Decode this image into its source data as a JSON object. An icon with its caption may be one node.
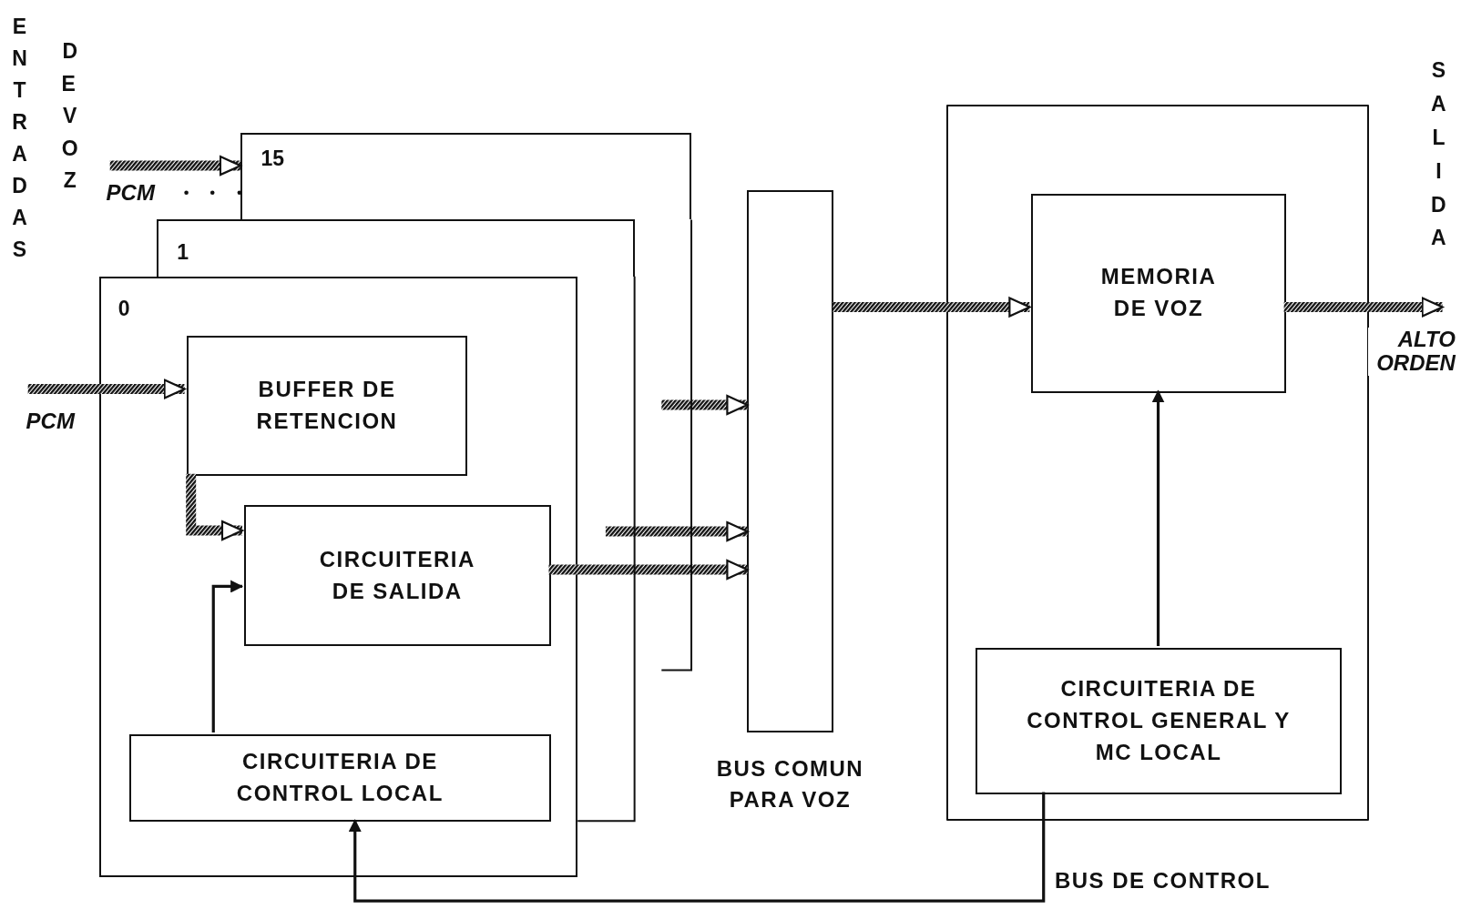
{
  "diagram": {
    "nodes": [
      {
        "text": [
          "15"
        ]
      },
      {
        "text": [
          "1"
        ]
      },
      {
        "text": [
          "0"
        ]
      },
      {
        "text": [
          "BUFFER DE RETENCION"
        ],
        "in": 2
      },
      {
        "text": [
          "CIRCUITERIA DE SALIDA"
        ],
        "in": 2
      },
      {
        "text": [
          "CIRCUITERIA DE CONTROL LOCAL"
        ],
        "in": 2
      },
      {
        "text": [],
        "shape": "bar",
        "beside": [
          "BUS COMUN PARA VOZ"
        ]
      },
      {
        "text": [],
        "shape": "box"
      },
      {
        "text": [
          "MEMORIA DE VOZ"
        ],
        "in": 7
      },
      {
        "text": [
          "CIRCUITERIA DE CONTROL GENERAL Y MC LOCAL"
        ],
        "in": 7
      }
    ],
    "edges": [
      {
        "from": null,
        "to": 3,
        "arrow": "to",
        "style": "thick",
        "label": "PCM"
      },
      {
        "from": null,
        "to": 0,
        "arrow": "to",
        "style": "thick",
        "label": "PCM"
      },
      {
        "from": 3,
        "to": 4,
        "arrow": "to",
        "style": "thick"
      },
      {
        "from": 4,
        "to": 6,
        "arrow": "to",
        "style": "thick"
      },
      {
        "from": null,
        "to": 6,
        "arrow": "to",
        "style": "thick"
      },
      {
        "from": null,
        "to": 6,
        "arrow": "to",
        "style": "thick"
      },
      {
        "from": 6,
        "to": 8,
        "arrow": "to",
        "style": "thick"
      },
      {
        "from": 8,
        "to": null,
        "arrow": "to",
        "style": "thick",
        "label": "ALTO ORDEN"
      },
      {
        "from": 5,
        "to": 4,
        "arrow": "to"
      },
      {
        "from": 9,
        "to": 8,
        "arrow": "to"
      },
      {
        "from": 9,
        "to": 5,
        "arrow": "to",
        "label": "BUS DE CONTROL"
      }
    ],
    "labels": [
      "ENTRADAS",
      "DE VOZ",
      "SALIDA"
    ]
  }
}
